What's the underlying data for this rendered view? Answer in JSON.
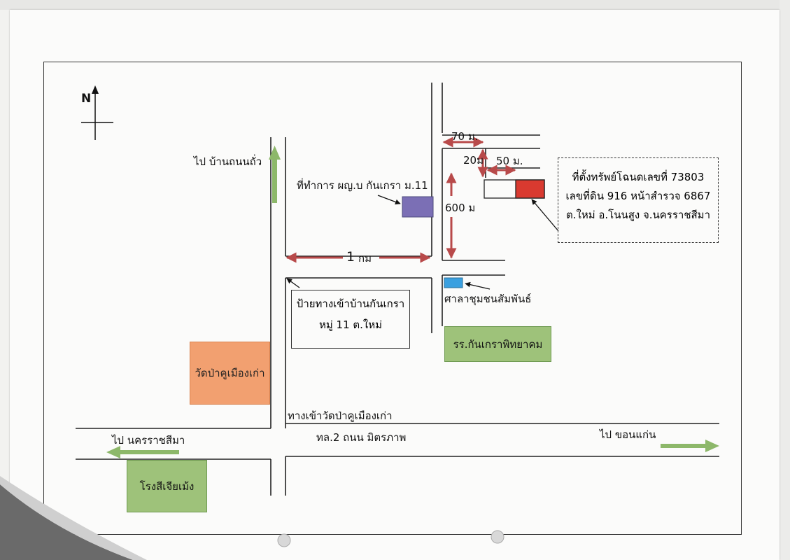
{
  "compass": {
    "north_label": "N"
  },
  "labels": {
    "to_ban_thanon_thua": "ไป บ้านถนนถั่ว",
    "office_label": "ที่ทำการ ผญ.บ กันเกรา ม.11",
    "distance_1km": "1",
    "distance_1km_unit": "กม",
    "distance_600": "600 ม",
    "distance_70": "70 ม.",
    "distance_20": "20ม",
    "distance_50": "50 ม.",
    "community_hall": "ศาลาชุมชนสัมพันธ์",
    "road_to_temple": "ทางเข้าวัดป่าคูเมืองเก่า",
    "highway": "ทล.2 ถนน มิตรภาพ",
    "to_nakhon_ratchasima": "ไป นครราชสีมา",
    "to_khon_kaen": "ไป ขอนแก่น"
  },
  "property": {
    "line1": "ที่ตั้งทรัพย์โฉนดเลขที่ 73803",
    "line2": "เลขที่ดิน 916 หน้าสำรวจ 6867",
    "line3": "ต.ใหม่ อ.โนนสูง จ.นครราชสีมา"
  },
  "village_sign": {
    "line1": "ป้ายทางเข้าบ้านกันเกรา",
    "line2": "หมู่ 11 ต.ใหม่"
  },
  "landmarks": {
    "school": "รร.กันเกราพิทยาคม",
    "temple": "วัดป่าคูเมืองเก่า",
    "mill": "โรงสีเจียเม้ง"
  },
  "colors": {
    "road_line": "#222222",
    "distance_arrow": "#b84a4a",
    "direction_arrow": "#8db86a",
    "property_marker": "#d93a30",
    "office_marker": "#7b6fb5",
    "hall_marker": "#3aa0e0",
    "landmark_green": "#9ec27a",
    "landmark_orange": "#f2a070"
  },
  "icons": {
    "compass": "north-arrow-icon",
    "property": "property-marker-icon",
    "office": "office-marker-icon",
    "hall": "hall-marker-icon"
  }
}
